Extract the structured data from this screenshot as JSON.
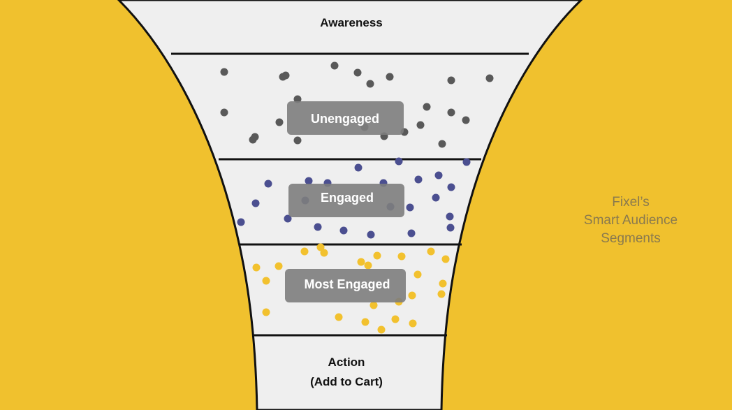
{
  "funnel": {
    "top_stage": "Awareness",
    "segments": [
      {
        "label": "Unengaged",
        "dot_color": "#595959"
      },
      {
        "label": "Engaged",
        "dot_color": "#4b4f90"
      },
      {
        "label": "Most Engaged",
        "dot_color": "#f2c12e"
      }
    ],
    "bottom_stage_line1": "Action",
    "bottom_stage_line2": "(Add to Cart)"
  },
  "side_caption": {
    "line1": "Fixel’s",
    "line2": "Smart Audience",
    "line3": "Segments"
  },
  "colors": {
    "background": "#f0c12e",
    "funnel": "#efefef",
    "label_box": "#7d7d7d",
    "caption": "#8a7a4e"
  }
}
